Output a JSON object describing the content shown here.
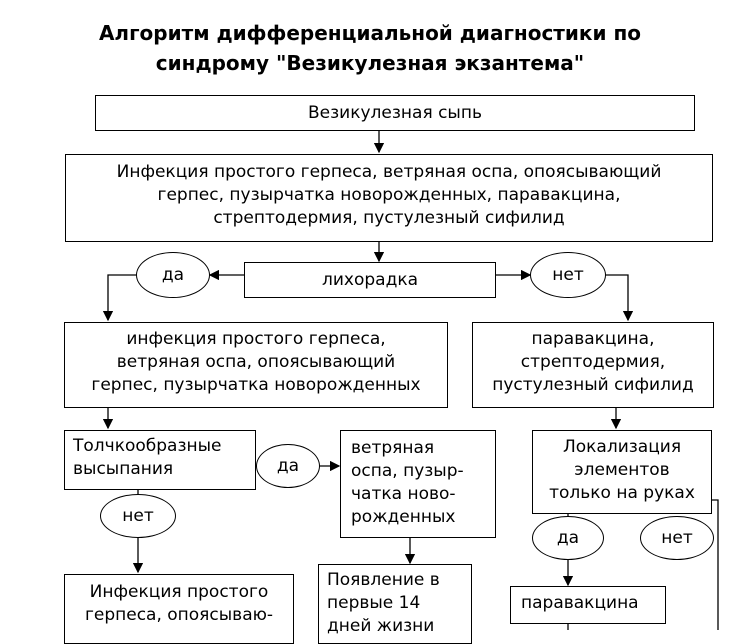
{
  "title": {
    "line1": "Алгоритм дифференциальной диагностики по",
    "line2": "синдрому \"Везикулезная экзантема\""
  },
  "nodes": {
    "vesicular_rash": "Везикулезная сыпь",
    "infections_all": [
      "Инфекция простого герпеса, ветряная оспа, опоясывающий",
      "герпес, пузырчатка новорожденных, паравакцина,",
      "стрептодермия, пустулезный сифилид"
    ],
    "fever": "лихорадка",
    "fever_yes": "да",
    "fever_no": "нет",
    "group_yes": [
      "инфекция простого герпеса,",
      "ветряная оспа, опоясывающий",
      "герпес, пузырчатка новорожденных"
    ],
    "group_no": [
      "паравакцина,",
      "стрептодермия,",
      "пустулезный сифилид"
    ],
    "jerky_rash": [
      "Толчкообразные",
      "высыпания"
    ],
    "jerky_yes": "да",
    "jerky_no": "нет",
    "chickenpox_pemphigus": [
      "ветряная",
      "оспа, пузыр-",
      "чатка ново-",
      "рожденных"
    ],
    "hands_only": [
      "Локализация",
      "элементов",
      "только на руках"
    ],
    "hands_yes": "да",
    "hands_no": "нет",
    "herpes_zoster_partial": [
      "Инфекция простого",
      "герпеса, опоясываю-"
    ],
    "first_14_days_partial": [
      "Появление в",
      "первые 14",
      "дней жизни"
    ],
    "paravaccinia": "паравакцина"
  }
}
